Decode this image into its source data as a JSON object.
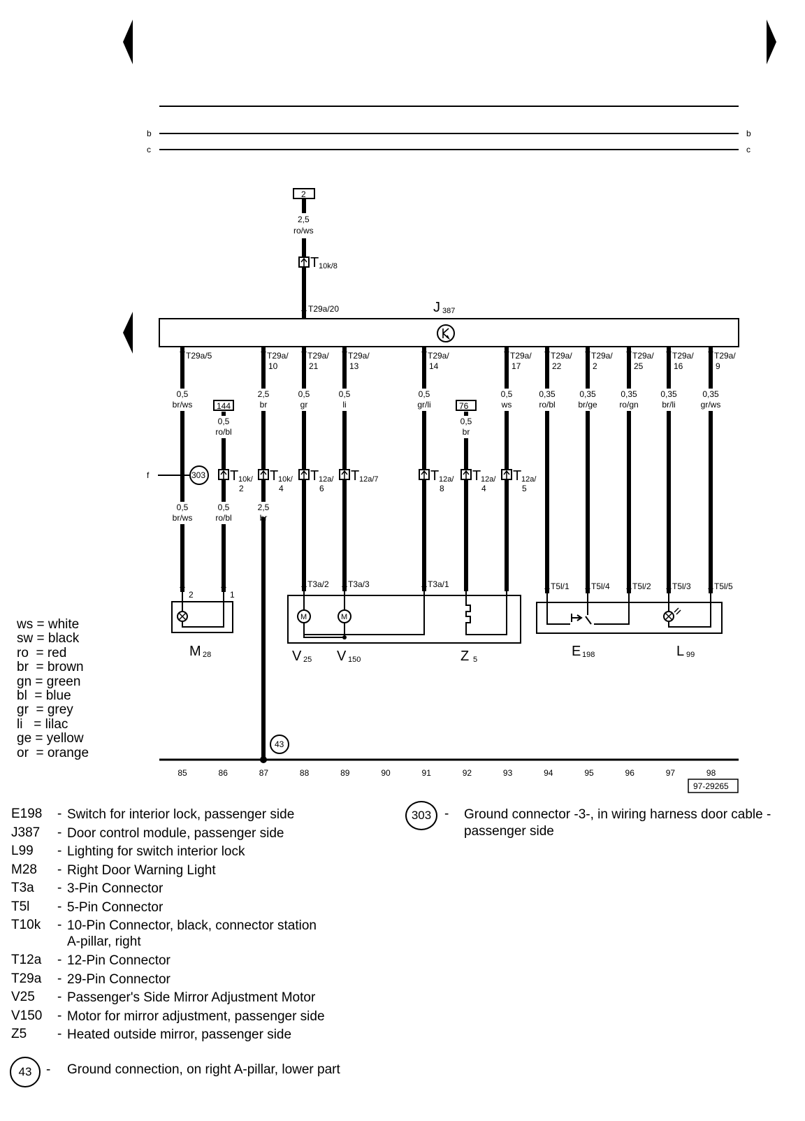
{
  "bus_lines": [
    {
      "left_label": "b",
      "right_label": "b"
    },
    {
      "left_label": "c",
      "right_label": "c"
    }
  ],
  "top_feed": {
    "fuse": "2",
    "wire_size": "2,5",
    "wire_color": "ro/ws",
    "connector_main": "T",
    "connector_sub": "10k/8",
    "pin": "T29a/20"
  },
  "module": {
    "name_main": "J",
    "name_sub": "387"
  },
  "circuits": [
    {
      "pin": "T29a/5",
      "pin2": "",
      "size": "0,5",
      "color": "br/ws",
      "mid_size": "0,5",
      "mid_color": "br/ws"
    },
    {
      "pin": "",
      "pin2": "",
      "fuse": "144",
      "fuse_size": "0,5",
      "fuse_color": "ro/bl",
      "conn_main": "T",
      "conn_sub": "10k/",
      "conn_pin": "2",
      "mid_size": "0,5",
      "mid_color": "ro/bl"
    },
    {
      "pin": "T29a/",
      "pin2": "10",
      "size": "2,5",
      "color": "br",
      "conn_main": "T",
      "conn_sub": "10k/",
      "conn_pin": "4",
      "mid_size": "2,5",
      "mid_color": "br"
    },
    {
      "pin": "T29a/",
      "pin2": "21",
      "size": "0,5",
      "color": "gr",
      "conn_main": "T",
      "conn_sub": "12a/",
      "conn_pin": "6",
      "bottom_pin": "T3a/2"
    },
    {
      "pin": "T29a/",
      "pin2": "13",
      "size": "0,5",
      "color": "li",
      "conn_main": "T",
      "conn_sub": "12a/7",
      "conn_pin": "",
      "bottom_pin": "T3a/3"
    },
    {
      "pin": "T29a/",
      "pin2": "14",
      "size": "0,5",
      "color": "gr/li",
      "conn_main": "T",
      "conn_sub": "12a/",
      "conn_pin": "8",
      "bottom_pin": "T3a/1"
    },
    {
      "fuse": "76",
      "fuse_size": "0,5",
      "fuse_color": "br",
      "conn_main": "T",
      "conn_sub": "12a/",
      "conn_pin": "4"
    },
    {
      "pin": "T29a/",
      "pin2": "17",
      "size": "0,5",
      "color": "ws",
      "conn_main": "T",
      "conn_sub": "12a/",
      "conn_pin": "5"
    },
    {
      "pin": "T29a/",
      "pin2": "22",
      "size": "0,35",
      "color": "ro/bl",
      "bottom_pin": "T5l/1"
    },
    {
      "pin": "T29a/",
      "pin2": "2",
      "size": "0,35",
      "color": "br/ge",
      "bottom_pin": "T5l/4"
    },
    {
      "pin": "T29a/",
      "pin2": "25",
      "size": "0,35",
      "color": "ro/gn",
      "bottom_pin": "T5l/2"
    },
    {
      "pin": "T29a/",
      "pin2": "16",
      "size": "0,35",
      "color": "br/li",
      "bottom_pin": "T5l/3"
    },
    {
      "pin": "T29a/",
      "pin2": "9",
      "size": "0,35",
      "color": "gr/ws",
      "bottom_pin": "T5l/5"
    }
  ],
  "ground_303": {
    "label": "303",
    "side_label": "f"
  },
  "ground_43": "43",
  "m28_pins": [
    "2",
    "1"
  ],
  "components": [
    {
      "main": "M",
      "sub": "28"
    },
    {
      "main": "V",
      "sub": "25"
    },
    {
      "main": "V",
      "sub": "150"
    },
    {
      "main": "Z",
      "sub": "5"
    },
    {
      "main": "E",
      "sub": "198"
    },
    {
      "main": "L",
      "sub": "99"
    }
  ],
  "symbols": {
    "motor": "M"
  },
  "positions": [
    "85",
    "86",
    "87",
    "88",
    "89",
    "90",
    "91",
    "92",
    "93",
    "94",
    "95",
    "96",
    "97",
    "98"
  ],
  "diagram_code": "97-29265",
  "color_legend": [
    {
      "abbr": "ws",
      "name": "white"
    },
    {
      "abbr": "sw",
      "name": "black"
    },
    {
      "abbr": "ro",
      "name": "red"
    },
    {
      "abbr": "br",
      "name": "brown"
    },
    {
      "abbr": "gn",
      "name": "green"
    },
    {
      "abbr": "bl",
      "name": "blue"
    },
    {
      "abbr": "gr",
      "name": "grey"
    },
    {
      "abbr": "li",
      "name": "lilac"
    },
    {
      "abbr": "ge",
      "name": "yellow"
    },
    {
      "abbr": "or",
      "name": "orange"
    }
  ],
  "key": [
    {
      "code": "E198",
      "desc": "Switch for interior lock, passenger side"
    },
    {
      "code": "J387",
      "desc": "Door control module, passenger side"
    },
    {
      "code": "L99",
      "desc": "Lighting for switch interior lock"
    },
    {
      "code": "M28",
      "desc": "Right Door Warning Light"
    },
    {
      "code": "T3a",
      "desc": "3-Pin Connector"
    },
    {
      "code": "T5l",
      "desc": "5-Pin Connector"
    },
    {
      "code": "T10k",
      "desc": "10-Pin Connector, black, connector station",
      "desc2": "A-pillar, right"
    },
    {
      "code": "T12a",
      "desc": "12-Pin Connector"
    },
    {
      "code": "T29a",
      "desc": "29-Pin Connector"
    },
    {
      "code": "V25",
      "desc": "Passenger's Side Mirror Adjustment Motor"
    },
    {
      "code": "V150",
      "desc": "Motor for mirror adjustment, passenger side"
    },
    {
      "code": "Z5",
      "desc": "Heated outside mirror, passenger side"
    }
  ],
  "key_303": {
    "badge": "303",
    "desc": "Ground connector -3-, in wiring harness door cable - passenger side"
  },
  "key_43": {
    "badge": "43",
    "desc": "Ground connection, on right A-pillar, lower part"
  }
}
